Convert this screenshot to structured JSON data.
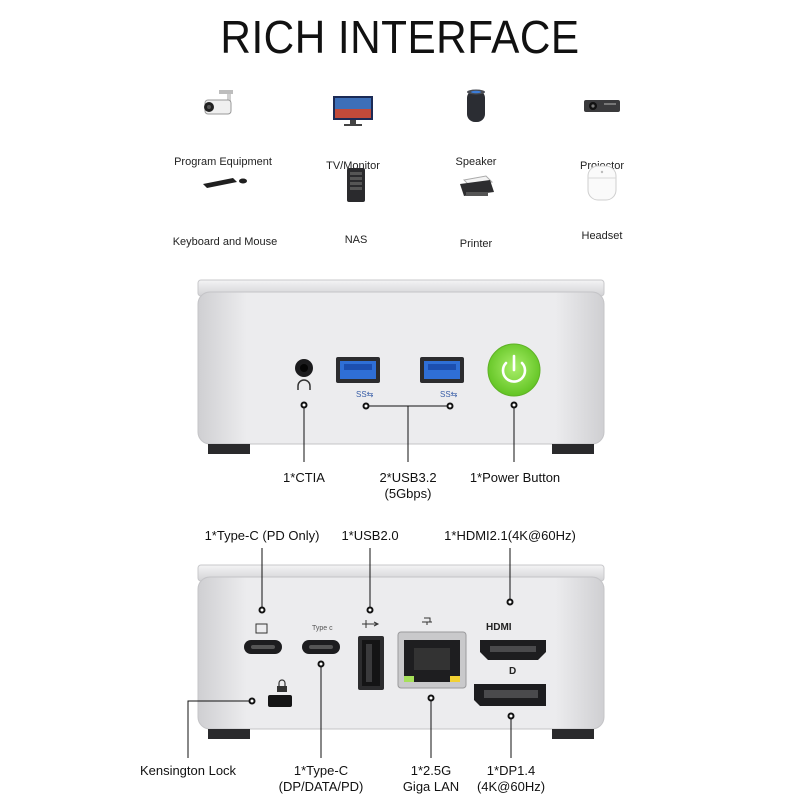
{
  "title": "RICH INTERFACE",
  "peripherals": [
    {
      "label": "Program Equipment",
      "icon": "cctv-camera-icon"
    },
    {
      "label": "TV/Monitor",
      "icon": "tv-monitor-icon"
    },
    {
      "label": "Speaker",
      "icon": "smart-speaker-icon"
    },
    {
      "label": "Projector",
      "icon": "projector-icon"
    },
    {
      "label": "Keyboard and Mouse",
      "icon": "keyboard-mouse-icon"
    },
    {
      "label": "NAS",
      "icon": "nas-icon"
    },
    {
      "label": "Printer",
      "icon": "printer-icon"
    },
    {
      "label": "Headset",
      "icon": "earbuds-icon"
    }
  ],
  "front": {
    "ctia": "1*CTIA",
    "usb32_line1": "2*USB3.2",
    "usb32_line2": "(5Gbps)",
    "power": "1*Power Button",
    "ss_mark": "SS⇆"
  },
  "rear": {
    "typec_pd": "1*Type-C (PD Only)",
    "usb20": "1*USB2.0",
    "hdmi": "1*HDMI2.1(4K@60Hz)",
    "kensington": "Kensington Lock",
    "typec_line1": "1*Type-C",
    "typec_line2": "(DP/DATA/PD)",
    "lan_line1": "1*2.5G",
    "lan_line2": "Giga LAN",
    "dp_line1": "1*DP1.4",
    "dp_line2": "(4K@60Hz)",
    "typec_mark": "Type c",
    "hdmi_mark": "HDMI",
    "dp_mark": "D"
  },
  "colors": {
    "chassis": "#e2e2e4",
    "port_blue": "#2f6fd6",
    "power_green": "#7ed63a",
    "port_dark": "#1d1d1f"
  }
}
